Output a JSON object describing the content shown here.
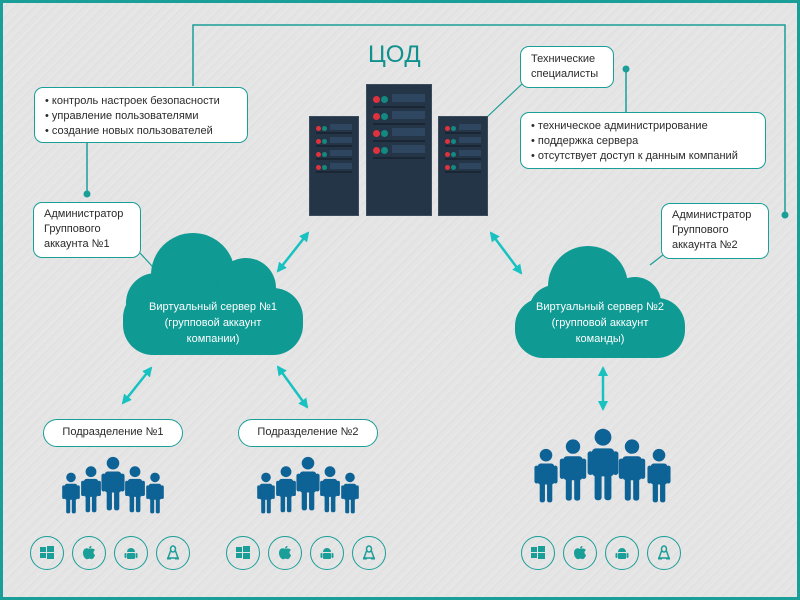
{
  "title": "ЦОД",
  "colors": {
    "accent": "#1a9e98",
    "cloud": "#0f9a93",
    "arrow": "#17c2c0",
    "people": "#0d6296",
    "rack": "#243548",
    "led_red": "#e0323c",
    "led_green": "#13897f"
  },
  "admin1_duties": {
    "items": [
      "контроль настроек безопасности",
      "управление пользователями",
      "создание новых пользователей"
    ]
  },
  "admin1_label": {
    "line1": "Администратор",
    "line2": "Группового",
    "line3": "аккаунта №1"
  },
  "tech_specialists": {
    "line1": "Технические",
    "line2": "специалисты"
  },
  "tech_duties": {
    "items": [
      "техническое администрирование",
      "поддержка сервера",
      "отсутствует доступ к данным компаний"
    ]
  },
  "admin2_label": {
    "line1": "Администратор",
    "line2": "Группового",
    "line3": "аккаунта №2"
  },
  "cloud1": {
    "line1": "Виртуальный сервер №1",
    "line2": "(групповой аккаунт",
    "line3": "компании)"
  },
  "cloud2": {
    "line1": "Виртуальный сервер №2",
    "line2": "(групповой аккаунт",
    "line3": "команды)"
  },
  "division1": "Подразделение №1",
  "division2": "Подразделение №2",
  "os_icons": [
    "windows-icon",
    "apple-icon",
    "android-icon",
    "linux-icon"
  ]
}
